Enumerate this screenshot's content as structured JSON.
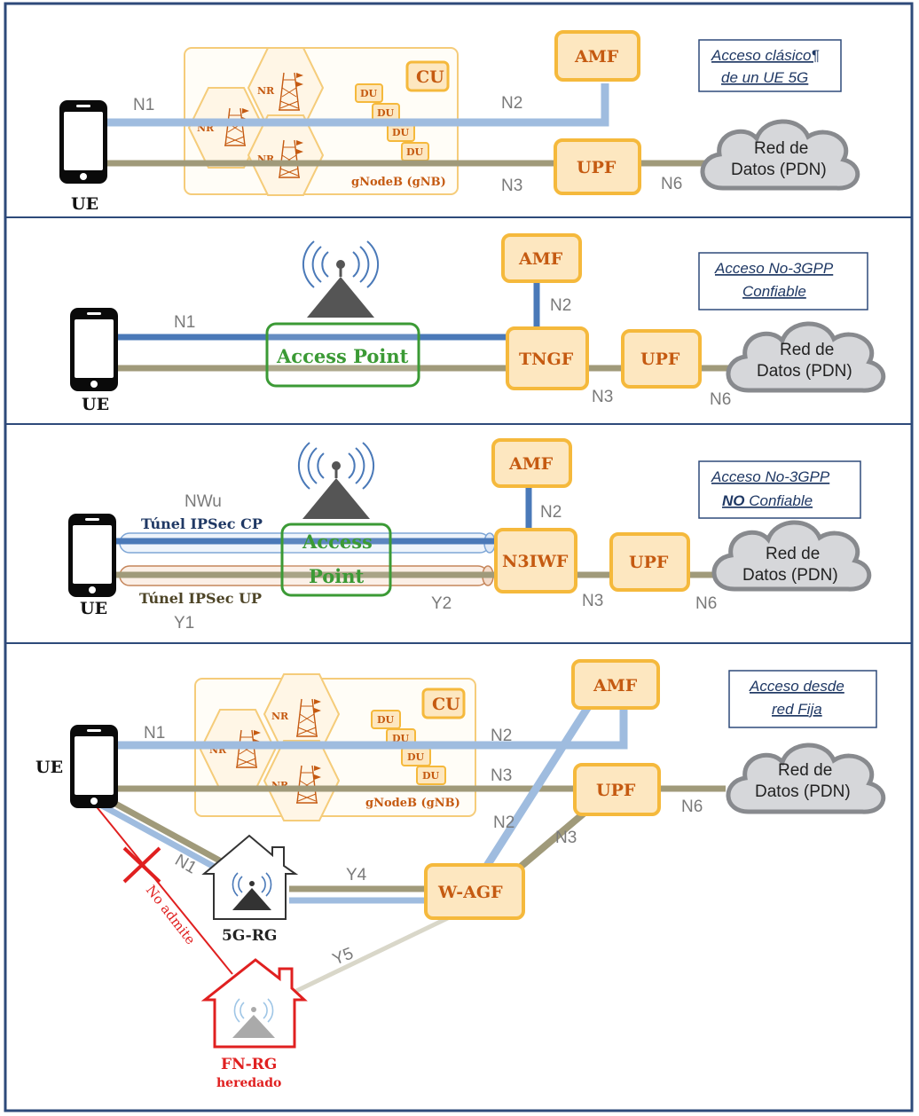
{
  "panel1": {
    "note_line1": "Acceso clásico¶",
    "note_line2": "de un UE 5G",
    "ue": "UE",
    "n1": "N1",
    "n2": "N2",
    "n3": "N3",
    "n6": "N6",
    "amf": "AMF",
    "upf": "UPF",
    "cu": "CU",
    "du": "DU",
    "nr": "NR",
    "gnb": "gNodeB (gNB)",
    "cloud_line1": "Red de",
    "cloud_line2": "Datos (PDN)"
  },
  "panel2": {
    "note_line1": "Acceso No-3GPP",
    "note_line2": "Confiable",
    "ue": "UE",
    "n1": "N1",
    "n2": "N2",
    "n3": "N3",
    "n6": "N6",
    "amf": "AMF",
    "tngf": "TNGF",
    "upf": "UPF",
    "access_point": "Access Point",
    "cloud_line1": "Red de",
    "cloud_line2": "Datos (PDN)"
  },
  "panel3": {
    "note_line1": "Acceso No-3GPP",
    "note_line2a": "NO",
    "note_line2b": " Confiable",
    "ue": "UE",
    "nwu": "NWu",
    "y1": "Y1",
    "y2": "Y2",
    "n2": "N2",
    "n3": "N3",
    "n6": "N6",
    "tunnel_cp": "Túnel IPSec CP",
    "tunnel_up": "Túnel IPSec UP",
    "access": "Access",
    "point": "Point",
    "amf": "AMF",
    "n3iwf": "N3IWF",
    "upf": "UPF",
    "cloud_line1": "Red de",
    "cloud_line2": "Datos (PDN)"
  },
  "panel4": {
    "note_line1": "Acceso desde",
    "note_line2": "red Fija",
    "ue": "UE",
    "n1": "N1",
    "n1b": "N1",
    "n2": "N2",
    "n2b": "N2",
    "n3": "N3",
    "n3b": "N3",
    "n6": "N6",
    "y4": "Y4",
    "y5": "Y5",
    "amf": "AMF",
    "upf": "UPF",
    "wagf": "W-AGF",
    "cu": "CU",
    "du": "DU",
    "nr": "NR",
    "gnb": "gNodeB (gNB)",
    "rg5g": "5G-RG",
    "fnrg": "FN-RG",
    "heredado": "heredado",
    "no_admite": "No admite",
    "cloud_line1": "Red de",
    "cloud_line2": "Datos (PDN)"
  },
  "colors": {
    "border": "#2e4a7a",
    "nf_fill": "#fde7c0",
    "nf_stroke": "#f5b93c",
    "cp_light": "#9fbcdf",
    "cp_dark": "#4a79b8",
    "up_olive": "#a09a7a",
    "up_light": "#cfcbbb",
    "ap_green": "#3b9a35",
    "red": "#e02020",
    "cloud_fill": "#d6d7da",
    "cloud_stroke": "#888a8e"
  }
}
